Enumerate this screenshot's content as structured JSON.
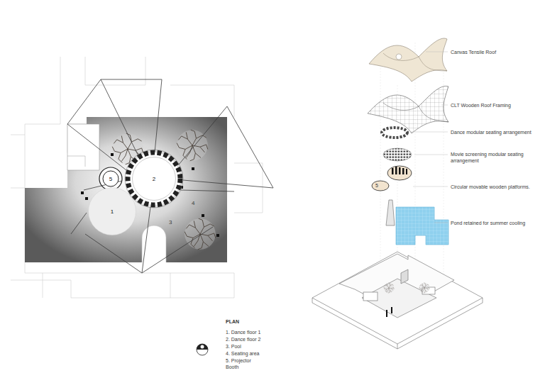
{
  "diagram": {
    "title": "PLAN",
    "nodes": [
      {
        "text": [
          "5"
        ]
      },
      {
        "text": [
          "2"
        ]
      },
      {
        "text": [
          "1"
        ]
      }
    ],
    "labels": [
      "Canvas Tensile Roof",
      "CLT Wooden Roof Framing",
      "Dance modular seating arrangement",
      "Movie screening modular seating arrangement",
      "5",
      "Circular movable wooden platforms.",
      "Pond retained for summer cooling",
      "3",
      "4",
      "1. Dance floor 1",
      "2. Dance floor 2",
      "3. Pool",
      "4. Seating area",
      "5. Projector Booth"
    ]
  }
}
